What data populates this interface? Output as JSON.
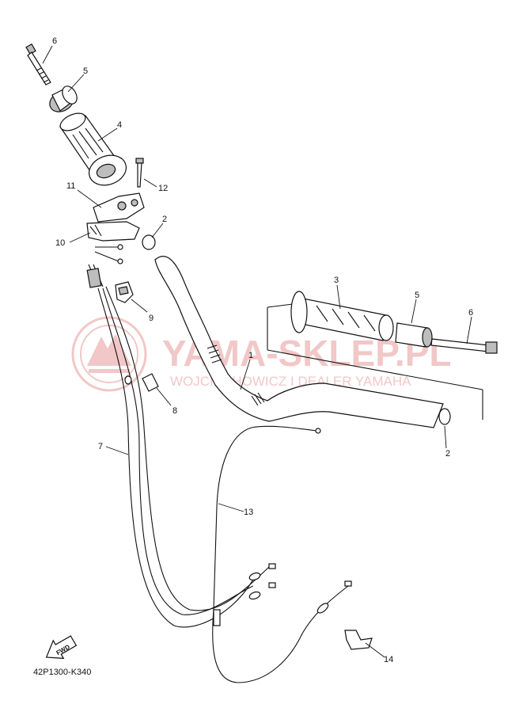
{
  "watermark": {
    "brand": "YAMA-SKLEP.PL",
    "subtitle": "WOJCIECHOWICZ I DEALER YAMAHA",
    "color": "#e9a3a3"
  },
  "fwd_label": "FWD",
  "diagram_code": "42P1300-K340",
  "callouts": {
    "c6a": "6",
    "c5a": "5",
    "c4": "4",
    "c12": "12",
    "c11": "11",
    "c2a": "2",
    "c10": "10",
    "c9": "9",
    "c3": "3",
    "c5b": "5",
    "c6b": "6",
    "c1": "1",
    "c8": "8",
    "c2b": "2",
    "c7": "7",
    "c13": "13",
    "c14": "14"
  }
}
